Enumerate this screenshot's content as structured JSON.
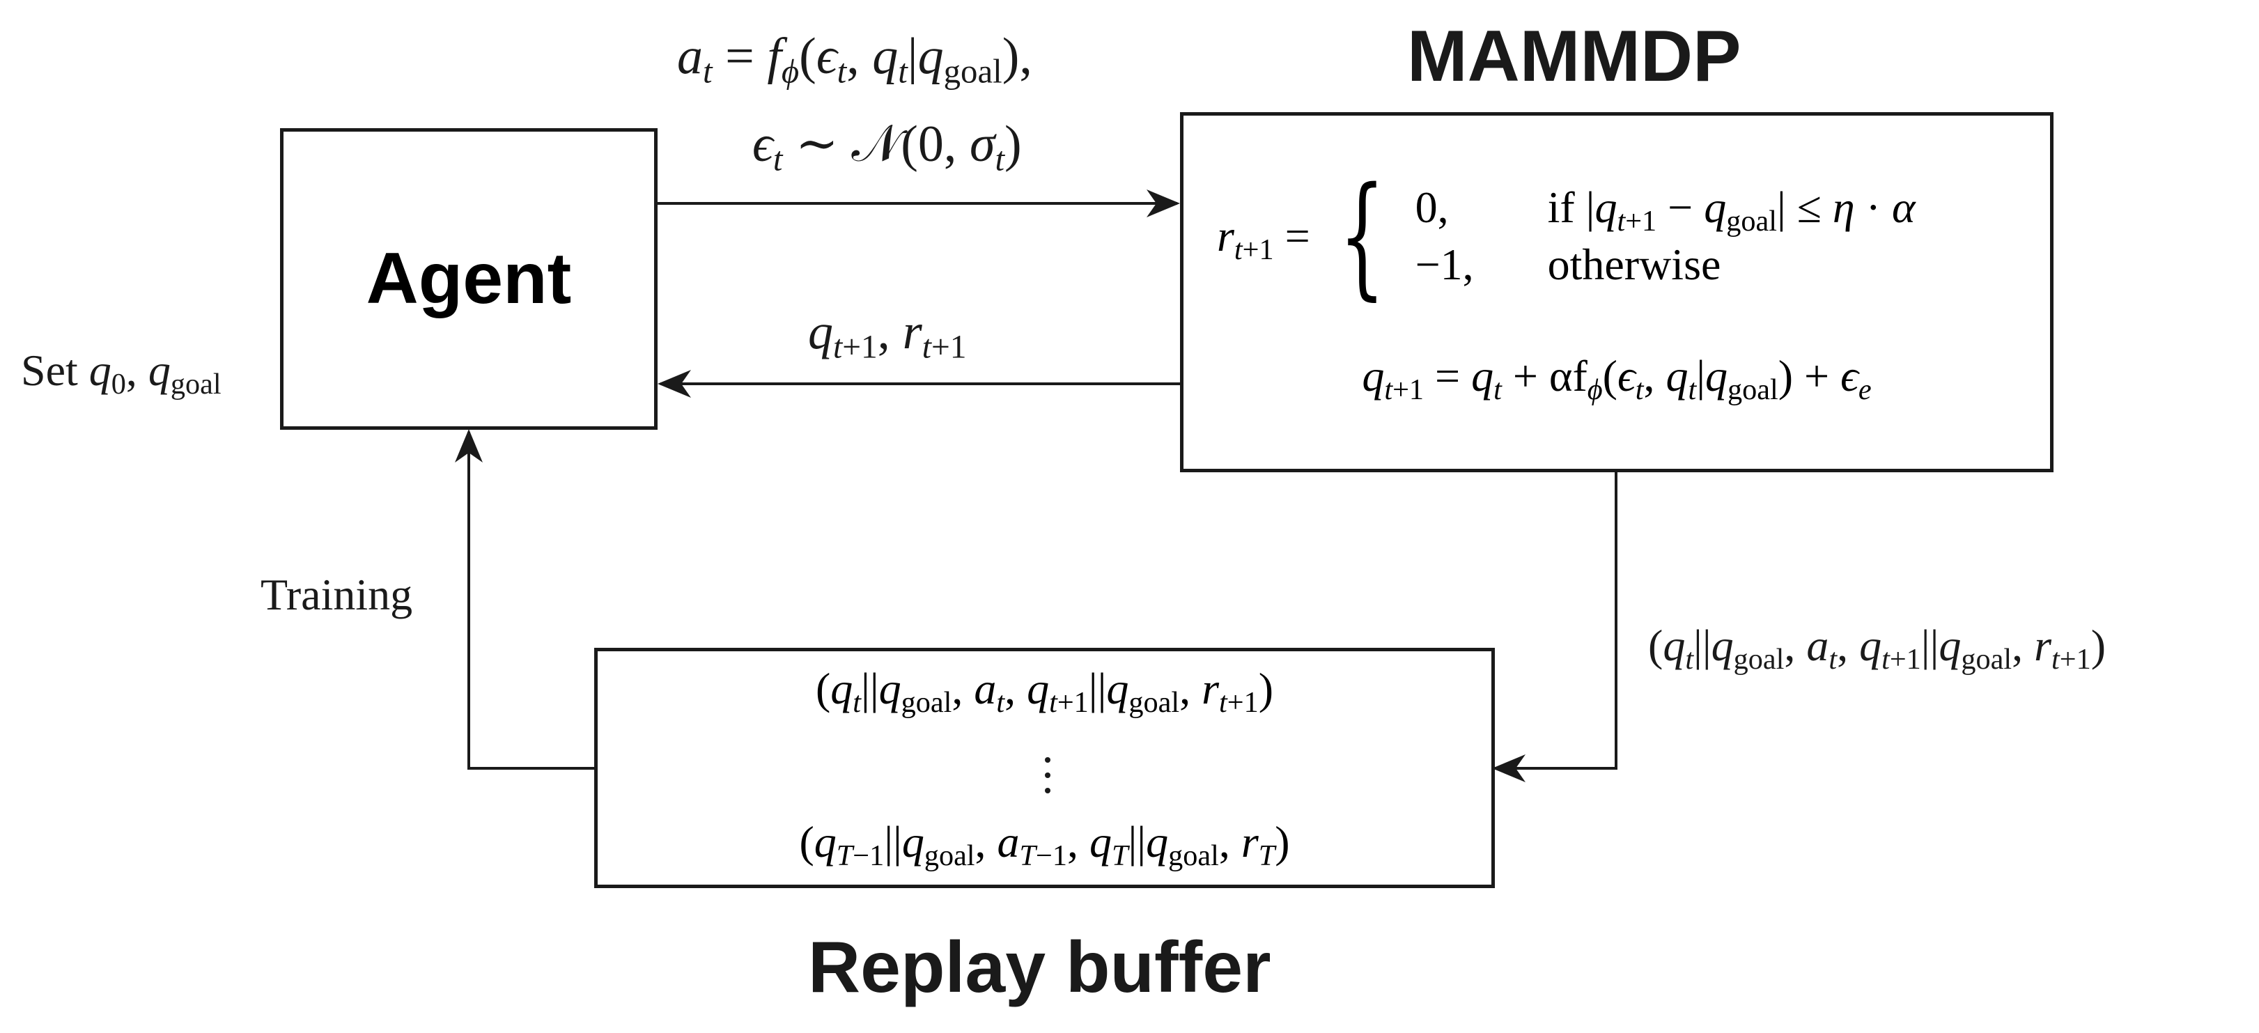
{
  "nodes": {
    "agent": {
      "label": "Agent"
    },
    "mammdp": {
      "title": "MAMMDP"
    },
    "replay_buffer": {
      "title": "Replay buffer"
    }
  },
  "labels": {
    "action_eq_line1": "a_t = f_ϕ(ϵ_t, q_t|q_goal),",
    "action_eq_line2": "ϵ_t ∼ 𝒩(0, σ_t)",
    "feedback": "q_{t+1}, r_{t+1}",
    "set_init": "Set q_0, q_goal",
    "training": "Training",
    "transition": "(q_t||q_goal, a_t, q_{t+1}||q_goal, r_{t+1})"
  },
  "mammdp_content": {
    "reward_lhs": "r_{t+1} =",
    "case1_value": "0,",
    "case1_condition": "if |q_{t+1} − q_goal| ≤ η · α",
    "case2_value": "−1,",
    "case2_condition": "otherwise",
    "dynamics": "q_{t+1} = q_t + αf_ϕ(ϵ_t, q_t|q_goal) + ϵ_e"
  },
  "buffer_content": {
    "first_entry": "(q_t||q_goal, a_t, q_{t+1}||q_goal, r_{t+1})",
    "last_entry": "(q_{T−1}||q_goal, a_{T−1}, q_T||q_goal, r_T)"
  },
  "colors": {
    "stroke": "#1a1a1a",
    "background": "#ffffff"
  }
}
